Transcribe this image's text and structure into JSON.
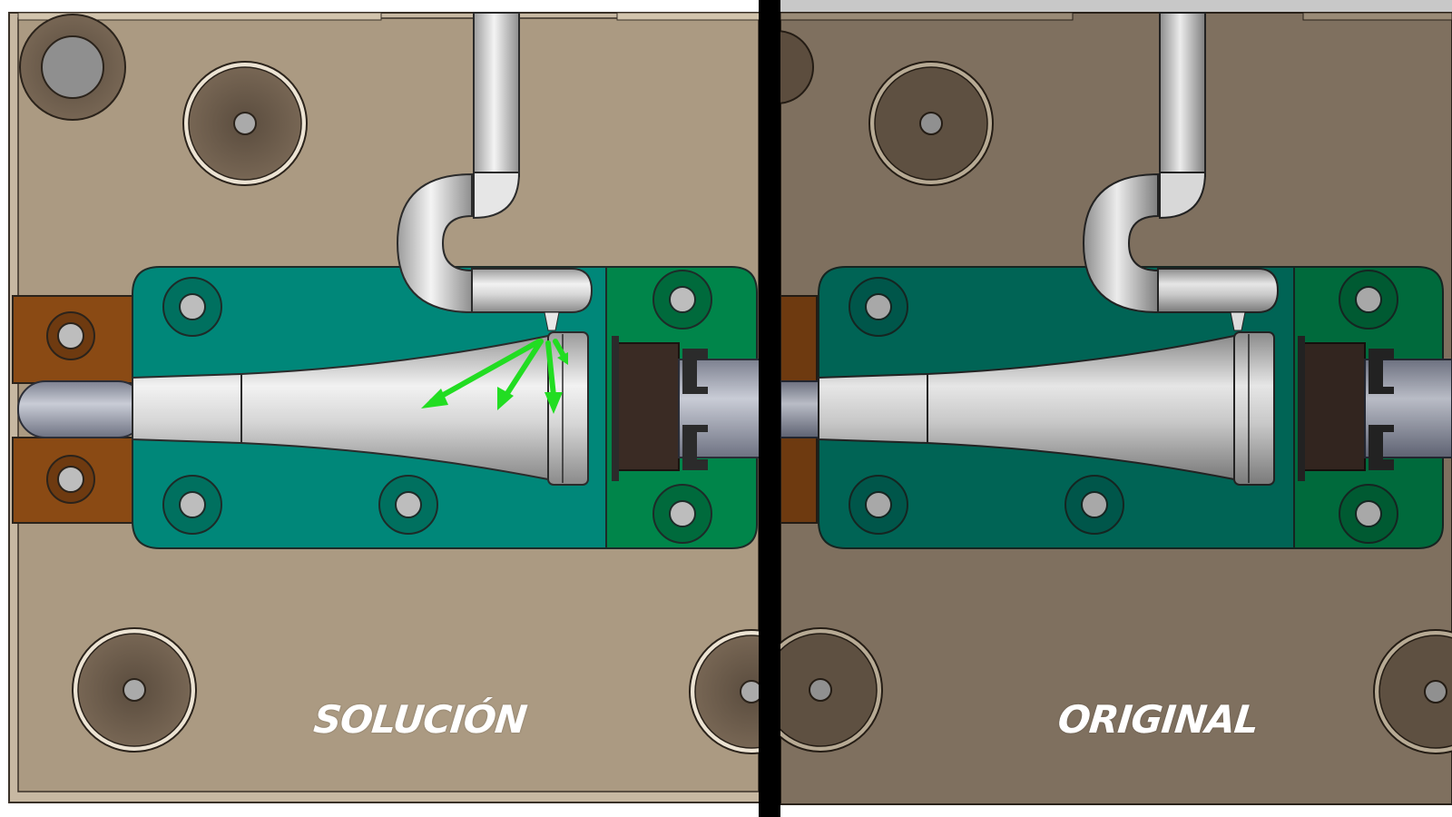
{
  "panels": [
    {
      "id": "solution",
      "label": "SOLUCIÓN",
      "plate_color": "#ab9a82",
      "cavity_color": "#008779",
      "insert_color": "#00854a",
      "clamp_color": "#8a4a14",
      "arrow_color": "#22dd22"
    },
    {
      "id": "original",
      "label": "ORIGINAL",
      "plate_color": "#7f705f",
      "cavity_color": "#006455",
      "insert_color": "#006a3c",
      "clamp_color": "#6e3a10"
    }
  ]
}
